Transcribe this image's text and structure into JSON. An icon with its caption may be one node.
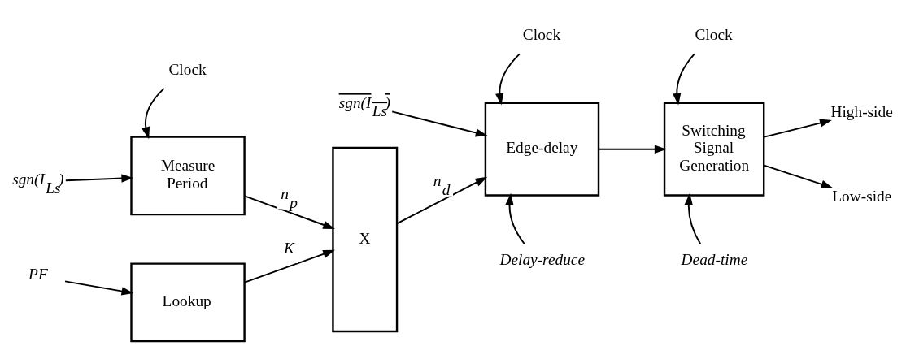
{
  "diagram": {
    "nodes": [
      {
        "text": [
          "Clock"
        ]
      },
      {
        "text": [
          "sgn(I$_{Ls}$)"
        ]
      },
      {
        "text": [
          "Measure Period"
        ]
      },
      {
        "text": [
          "PF"
        ]
      },
      {
        "text": [
          "Lookup"
        ]
      },
      {
        "text": [
          "X"
        ]
      },
      {
        "text": [
          "Clock"
        ]
      },
      {
        "text": [
          "sgn(I$_{Ls}$)"
        ]
      },
      {
        "text": [
          "Edge-delay"
        ]
      },
      {
        "text": [
          "Delay-reduce"
        ]
      },
      {
        "text": [
          "Clock"
        ]
      },
      {
        "text": [
          "Switching Signal Generation"
        ]
      },
      {
        "text": [
          "Dead-time"
        ]
      },
      {
        "text": [
          "High-side"
        ]
      },
      {
        "text": [
          "Low-side"
        ]
      }
    ],
    "edges": [
      {
        "from": 0,
        "to": 2,
        "arrow": "to"
      },
      {
        "from": 1,
        "to": 2,
        "arrow": "to"
      },
      {
        "from": 3,
        "to": 4,
        "arrow": "to"
      },
      {
        "from": 2,
        "to": 5,
        "arrow": "to",
        "label": "n$_{p}$"
      },
      {
        "from": 4,
        "to": 5,
        "arrow": "to",
        "label": "K"
      },
      {
        "from": 5,
        "to": 8,
        "arrow": "to",
        "label": "n$_{d}$"
      },
      {
        "from": 6,
        "to": 8,
        "arrow": "to"
      },
      {
        "from": 7,
        "to": 8,
        "arrow": "to"
      },
      {
        "from": 9,
        "to": 8,
        "arrow": "to"
      },
      {
        "from": 8,
        "to": 11,
        "arrow": "to"
      },
      {
        "from": 10,
        "to": 11,
        "arrow": "to"
      },
      {
        "from": 12,
        "to": 11,
        "arrow": "to"
      },
      {
        "from": 11,
        "to": 13,
        "arrow": "to"
      },
      {
        "from": 11,
        "to": 14,
        "arrow": "to"
      }
    ]
  }
}
